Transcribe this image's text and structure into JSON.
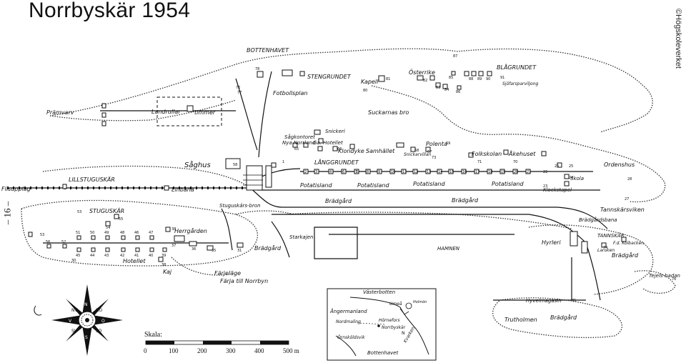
{
  "title": "Norrbyskär 1954",
  "credit": "©Högskoleverket",
  "page_number": "– 16 –",
  "labels": {
    "bottenhavet": "BOTTENHAVET",
    "stengrundet": "STENGRUNDET",
    "kapell": "Kapell",
    "osterrike": "Österrike",
    "blagrundet": "BLÅGRUNDET",
    "sjofartsparviljong": "Sjöfarsparviljong",
    "fotbollsplan": "Fotbollsplan",
    "pramvarv": "Prämvarv",
    "landrullar": "Landrullar",
    "timmer": "timmer",
    "suckarnas_bro": "Suckarnas bro",
    "snickeri": "Snickeri",
    "sagkontoret": "Sågkontoret",
    "nya_norrland": "Nya Norrland",
    "gamla_hotellet": "Ga. Hotellet",
    "klondyke": "Klondyke",
    "samhallet": "Samhället",
    "snickarvillan": "Snickarvillan",
    "polenta": "Polenta",
    "folkskolan": "Folkskolan",
    "akehuset": "Åkehuset",
    "ordenshus": "Ordenshus",
    "saghus": "Såghus",
    "langgrundet": "LÅNGGRUNDET",
    "lillstuguskar": "LILLSTUGUSKÄR",
    "flisupplag": "Flisupplag",
    "linbana": "Linbana",
    "skola": "Skola",
    "klockstapel": "Klockstapel",
    "potatisland": "Potatisland",
    "bradgard": "Brädgård",
    "tannskarsviken": "Tannskärsviken",
    "stuguskar": "STUGUSKÄR",
    "stuguskars_bron": "Stuguskärs-bron",
    "bradgardsbana": "Brädgårdsbana",
    "herrgarden": "Herrgården",
    "starkajen": "Starkajen",
    "hyrleri": "Hyrleri",
    "tannskar": "TANNSKÄR",
    "fd_kolbacken": "F.d. Kolbacken",
    "laroken": "Laroken",
    "hamnen": "HAMNEN",
    "hotellet": "Hotellet",
    "kaj": "Kaj",
    "farjelage": "Färjeläge",
    "farja_till_norrbyn": "Färja till Norrbyn",
    "tejelsbadan": "Tejels-badan",
    "hyvelmagasin": "Hyvelmagasin",
    "trutholmen": "Trutholmen"
  },
  "inset": {
    "vasterbotten": "Västerbotten",
    "umea": "Umeå",
    "holmon": "Holmön",
    "angermanland": "Ångermanland",
    "nordmaling": "Nordmaling",
    "hornefors": "Hörnefors",
    "norrbyskar": "Norrbyskär",
    "ornskoldsvik": "Örnsköldsvik",
    "bottenhavet": "Bottenhavet",
    "kvarken": "Kvarken",
    "n": "N"
  },
  "compass": {
    "n": "N",
    "s": "S",
    "o": "O",
    "v": "V",
    "no": "NO",
    "so": "SO",
    "sv": "SV",
    "nv": "NV"
  },
  "scale": {
    "label": "Skala:",
    "ticks": [
      "0",
      "100",
      "200",
      "300",
      "400",
      "500 m"
    ]
  },
  "numbers": [
    "78",
    "77",
    "72",
    "81",
    "80",
    "82",
    "83",
    "84",
    "85",
    "86",
    "88",
    "89",
    "90",
    "91",
    "87",
    "65",
    "66",
    "68",
    "67",
    "69",
    "73",
    "71",
    "70",
    "58",
    "2",
    "3",
    "4",
    "6",
    "7",
    "8",
    "9",
    "10",
    "11",
    "12",
    "13",
    "14",
    "15",
    "16",
    "17",
    "18",
    "19",
    "20",
    "21",
    "22",
    "25",
    "26",
    "23",
    "24",
    "28",
    "27",
    "29",
    "53",
    "55",
    "54",
    "56",
    "52",
    "51",
    "50",
    "49",
    "48",
    "46",
    "47",
    "45",
    "44",
    "43",
    "42",
    "41",
    "40",
    "39",
    "38",
    "37",
    "36",
    "35",
    "34",
    "33",
    "32",
    "31",
    "30",
    "76",
    "75",
    "74",
    "5",
    "1"
  ]
}
